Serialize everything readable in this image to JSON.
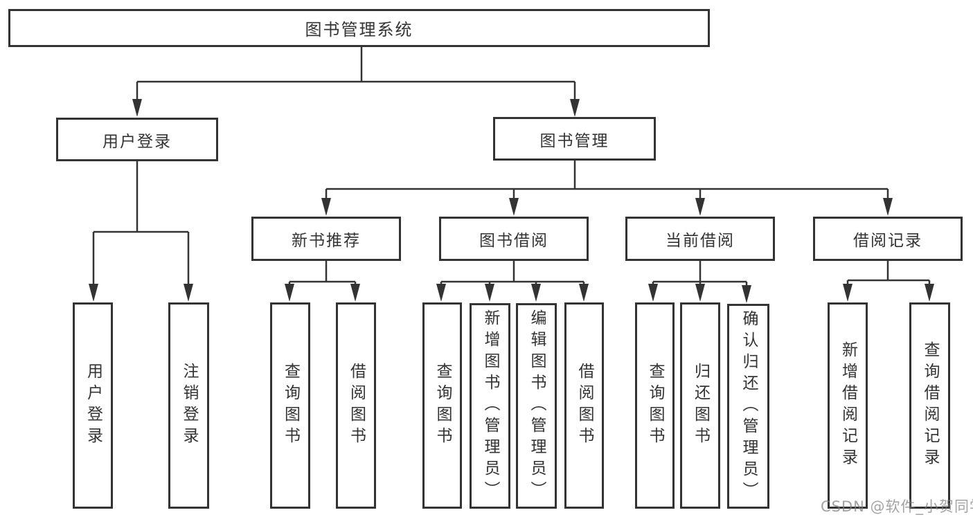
{
  "diagram": {
    "root": {
      "label": "图书管理系统"
    },
    "user_login": {
      "label": "用户登录",
      "children": [
        "用户登录",
        "注销登录"
      ]
    },
    "book_management": {
      "label": "图书管理",
      "branches": {
        "new_book_recommend": {
          "label": "新书推荐",
          "children": [
            "查询图书",
            "借阅图书"
          ]
        },
        "book_borrowing": {
          "label": "图书借阅",
          "children": [
            "查询图书",
            "新增图书（管理员）",
            "编辑图书（管理员）",
            "借阅图书"
          ]
        },
        "current_borrowing": {
          "label": "当前借阅",
          "children": [
            "查询图书",
            "归还图书",
            "确认归还（管理员）"
          ]
        },
        "borrowing_records": {
          "label": "借阅记录",
          "children": [
            "新增借阅记录",
            "查询借阅记录"
          ]
        }
      }
    },
    "colors": {
      "line": "#333333",
      "text": "#333333",
      "background": "#ffffff",
      "watermark": "#808080"
    }
  },
  "watermark": "CSDN @软件_小贺同学"
}
